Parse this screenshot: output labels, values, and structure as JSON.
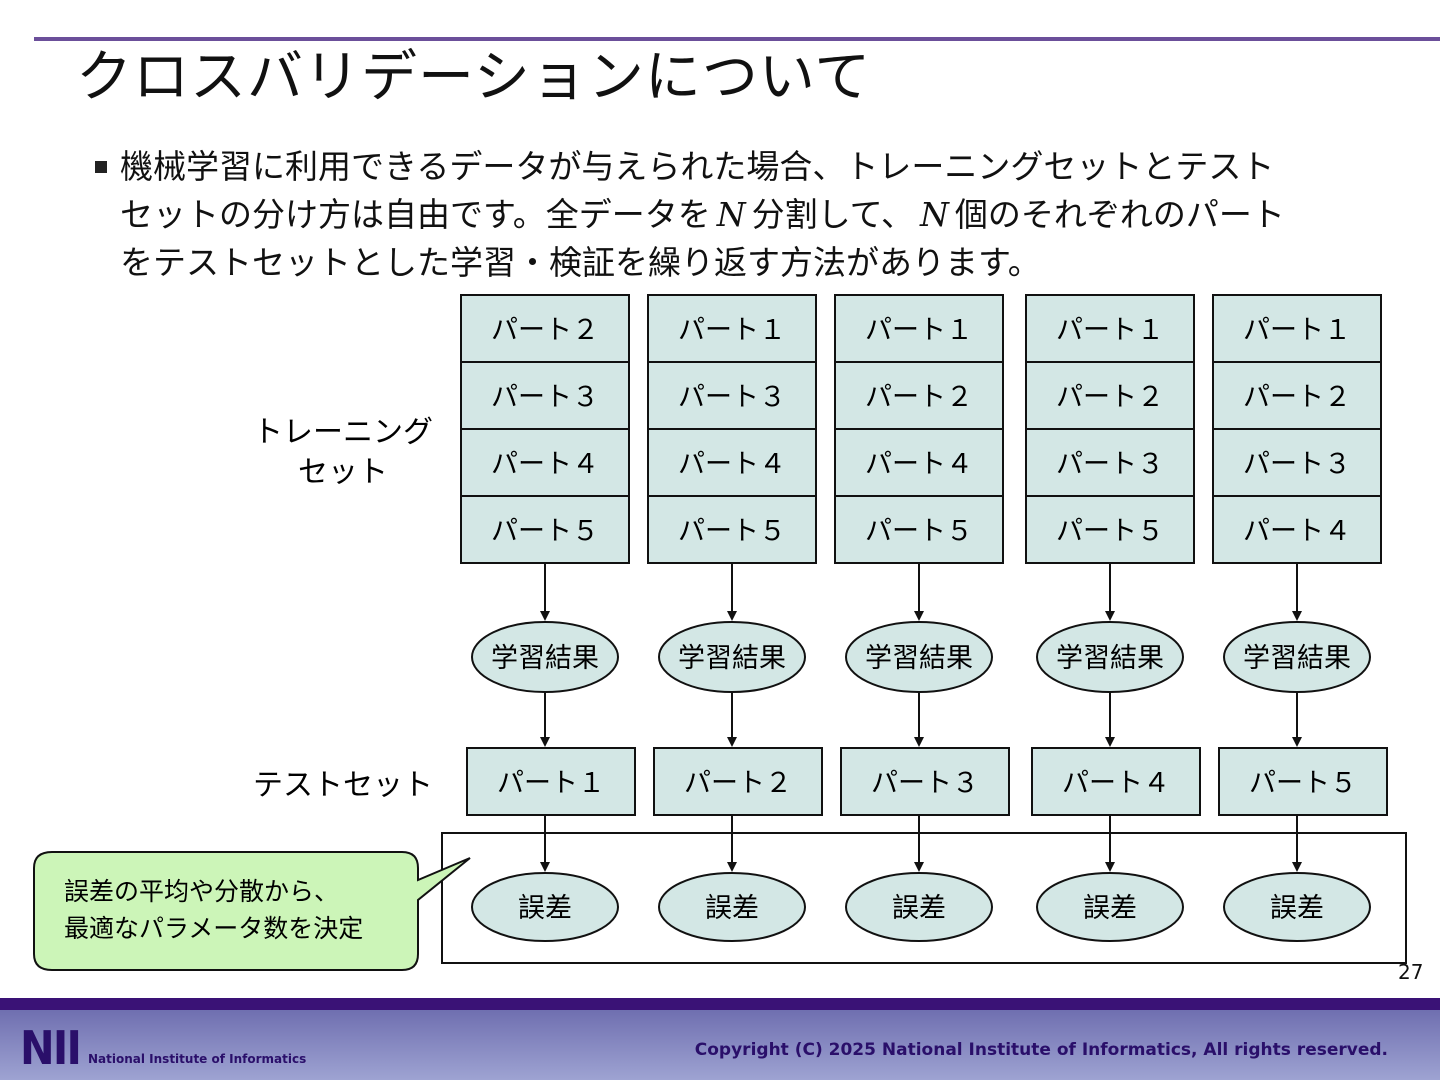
{
  "slide": {
    "title": "クロスバリデーションについて",
    "bullet": {
      "line1": "機械学習に利用できるデータが与えられた場合、トレーニングセットとテスト",
      "line2_a": "セットの分け方は自由です。全データを",
      "var_n": "N",
      "line2_b": "分割して、",
      "line2_c": "個のそれぞれのパート",
      "line3": "をテストセットとした学習・検証を繰り返す方法があります。"
    },
    "page_number": "27"
  },
  "diagram": {
    "training_label": [
      "トレーニング",
      "セット"
    ],
    "test_label": "テストセット",
    "result_label": "学習結果",
    "error_label": "誤差",
    "folds": [
      {
        "training": [
          "パート２",
          "パート３",
          "パート４",
          "パート５"
        ],
        "test": "パート１"
      },
      {
        "training": [
          "パート１",
          "パート３",
          "パート４",
          "パート５"
        ],
        "test": "パート２"
      },
      {
        "training": [
          "パート１",
          "パート２",
          "パート４",
          "パート５"
        ],
        "test": "パート３"
      },
      {
        "training": [
          "パート１",
          "パート２",
          "パート３",
          "パート５"
        ],
        "test": "パート４"
      },
      {
        "training": [
          "パート１",
          "パート２",
          "パート３",
          "パート４"
        ],
        "test": "パート５"
      }
    ],
    "callout": [
      "誤差の平均や分散から、",
      "最適なパラメータ数を決定"
    ],
    "colors": {
      "box_fill": "#d3e7e5",
      "callout_fill": "#ccf5b8"
    }
  },
  "footer": {
    "logo": "NII",
    "org": "National Institute of Informatics",
    "copyright": "Copyright (C) 2025 National Institute of Informatics, All rights reserved."
  }
}
